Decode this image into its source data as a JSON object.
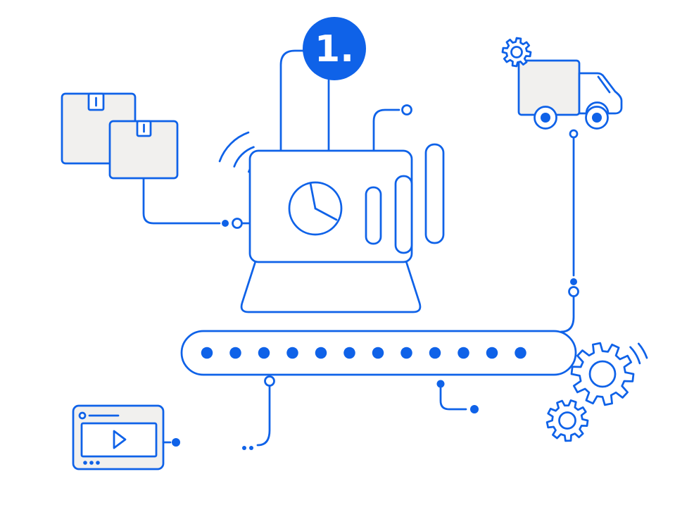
{
  "badge": {
    "label": "1."
  },
  "colors": {
    "accent": "#0f62e8",
    "light_fill": "#f1f0ee",
    "white": "#ffffff"
  },
  "icons": [
    "package-boxes",
    "wifi-signal",
    "laptop-dashboard",
    "pie-chart",
    "equalizer-bars",
    "delivery-truck",
    "gear",
    "conveyor-belt",
    "video-player",
    "connector-wires"
  ]
}
